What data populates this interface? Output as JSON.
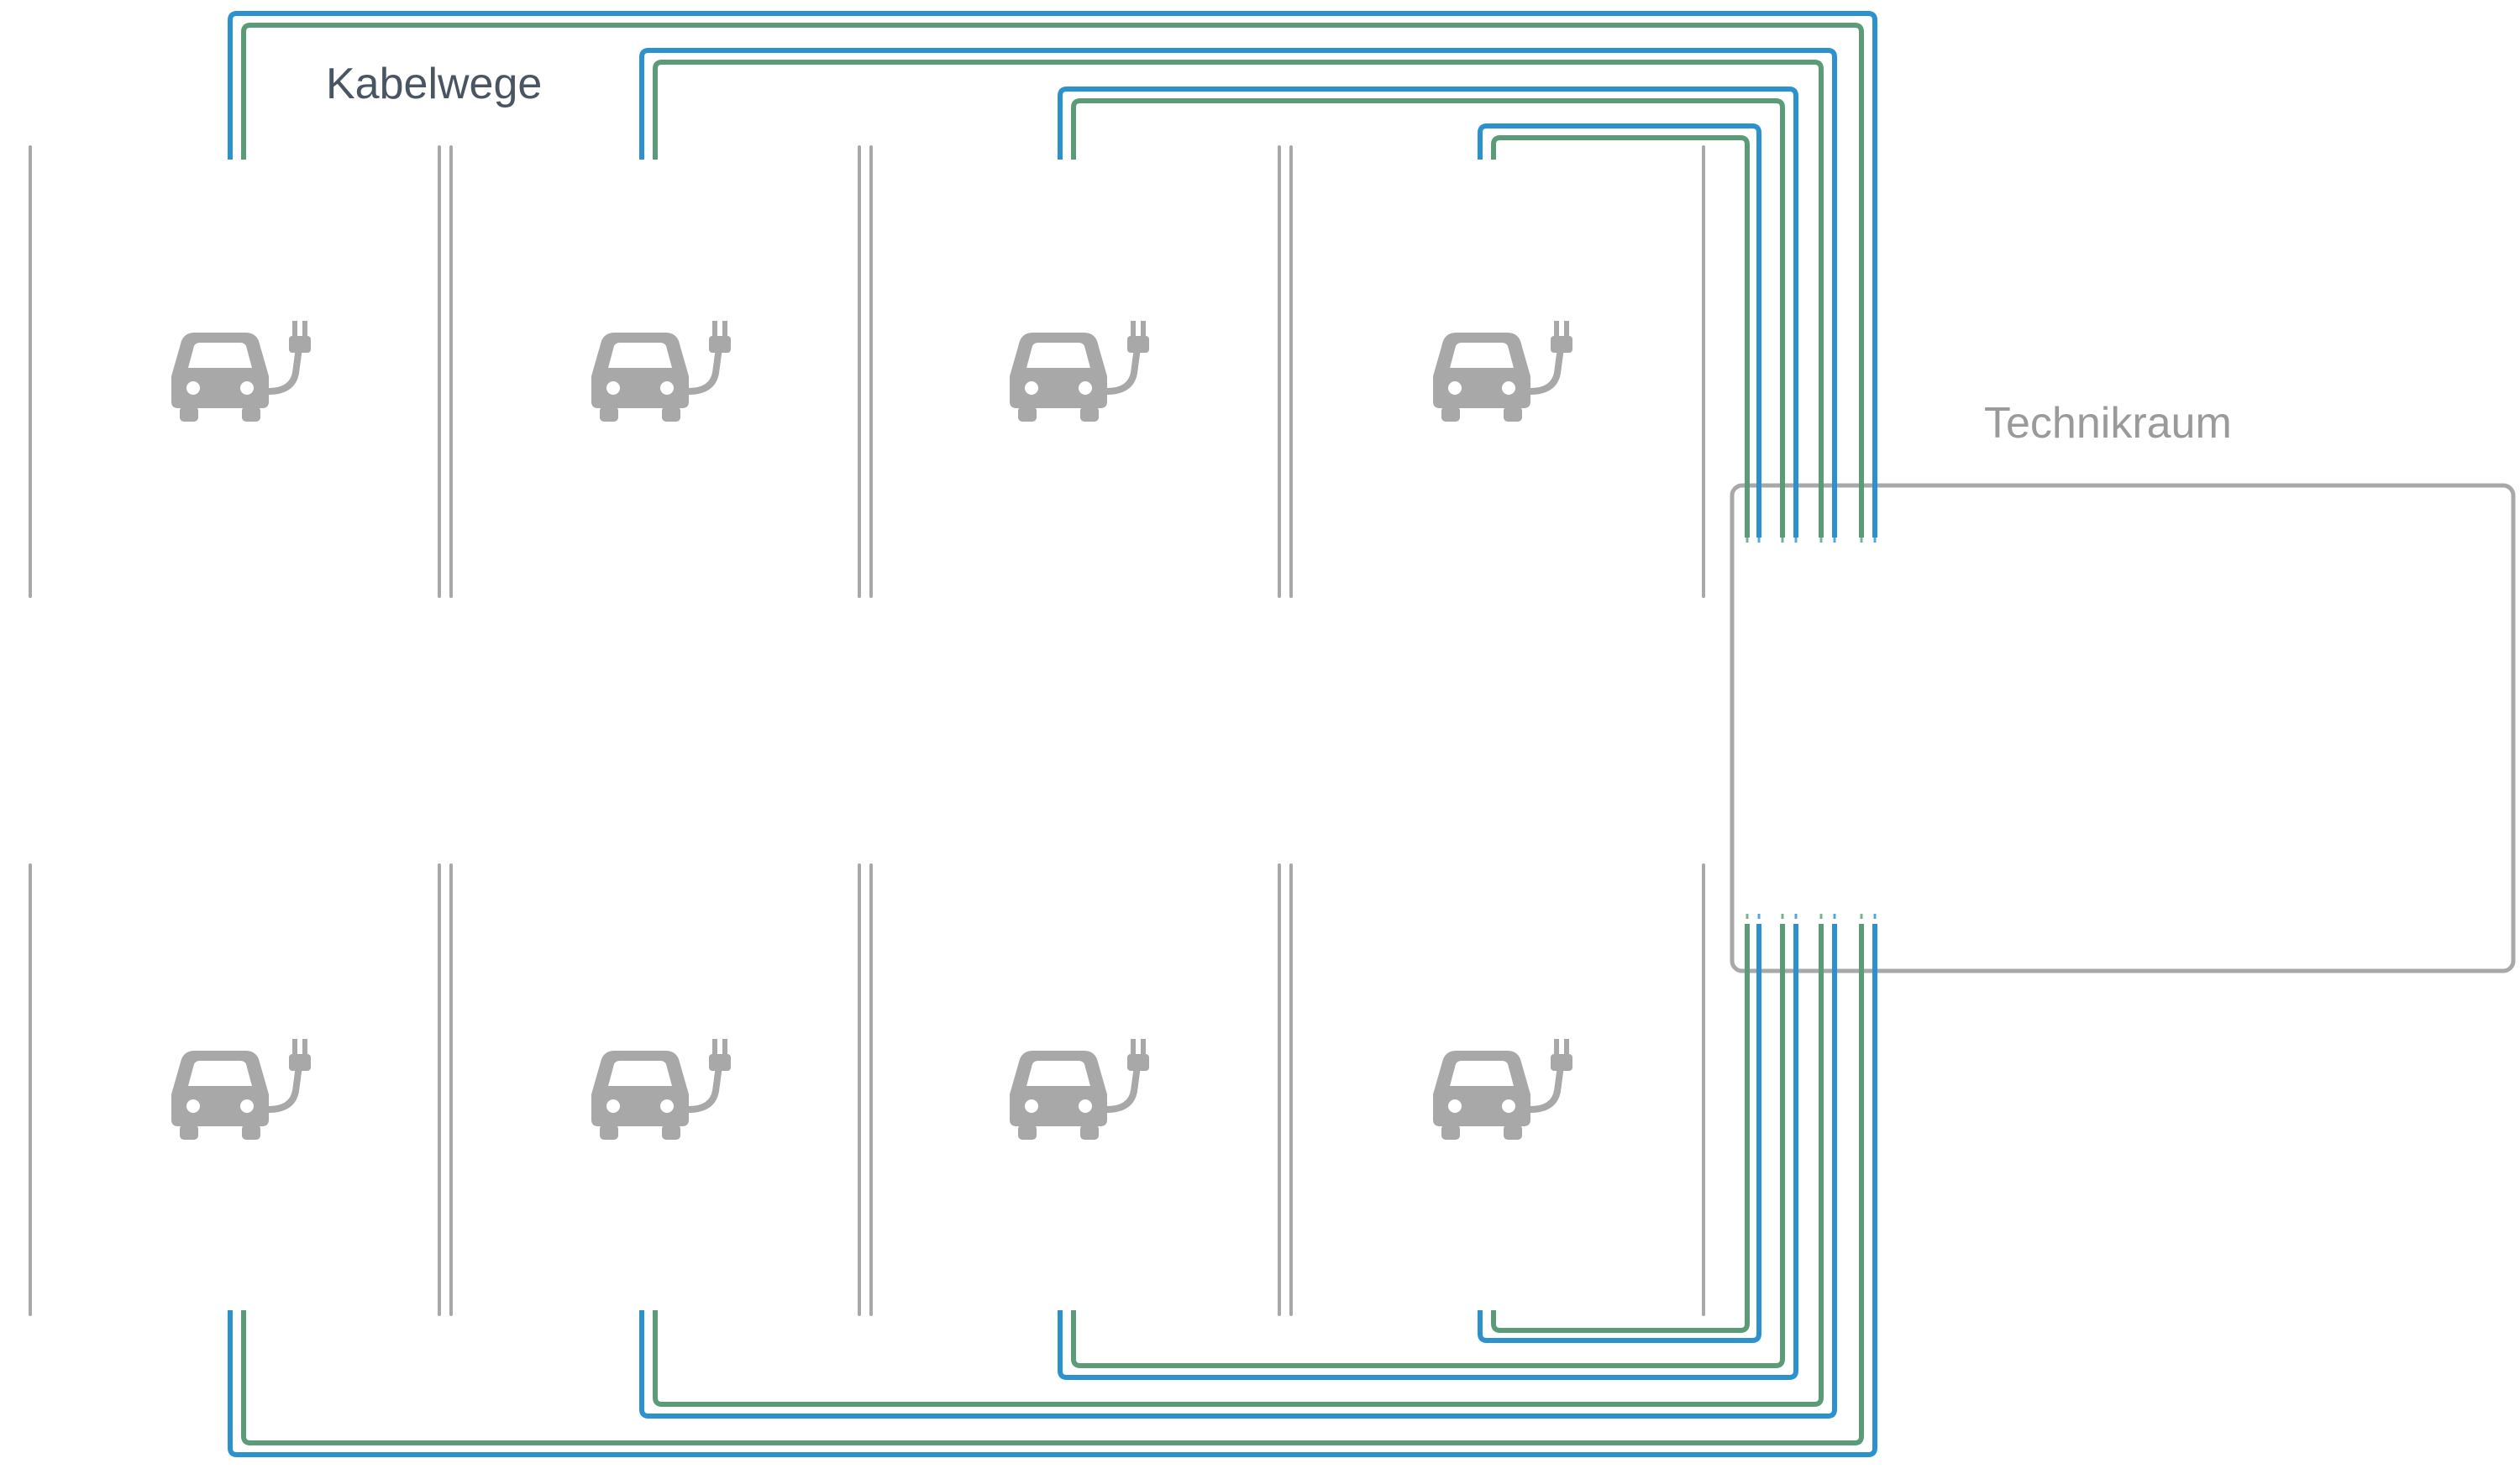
{
  "diagram": {
    "title": "Kabelwege",
    "room_label": "Technikraum",
    "spaces_per_row": 4,
    "rows": 2,
    "icon": "ev-charging-car-icon",
    "colors": {
      "cable_blue": "#2b92cf",
      "cable_green": "#5a9c78",
      "outline_gray": "#a8a8a8",
      "text_dark": "#4a5563",
      "text_gray": "#9a9a9a"
    }
  }
}
